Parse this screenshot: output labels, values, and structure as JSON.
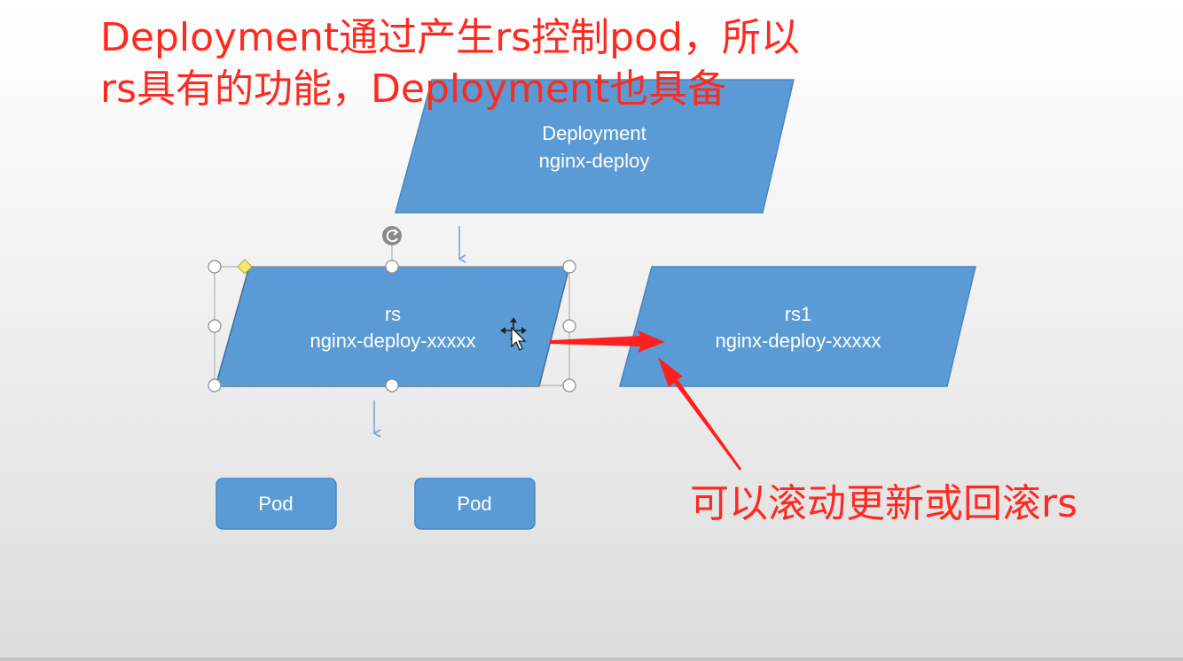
{
  "annotations": {
    "top_line1": "Deployment通过产生rs控制pod，所以",
    "top_line2": "rs具有的功能，Deployment也具备",
    "bottom": "可以滚动更新或回滚rs"
  },
  "nodes": {
    "deployment": {
      "line1": "Deployment",
      "line2": "nginx-deploy"
    },
    "rs": {
      "line1": "rs",
      "line2": "nginx-deploy-xxxxx"
    },
    "rs1": {
      "line1": "rs1",
      "line2": "nginx-deploy-xxxxx"
    },
    "pod1": {
      "label": "Pod"
    },
    "pod2": {
      "label": "Pod"
    }
  },
  "colors": {
    "shape_fill": "#5b9bd5",
    "shape_stroke": "#4a86c0",
    "shape_text": "#ffffff",
    "annotation": "#ff2a1f",
    "connector": "#7ba4d6"
  }
}
